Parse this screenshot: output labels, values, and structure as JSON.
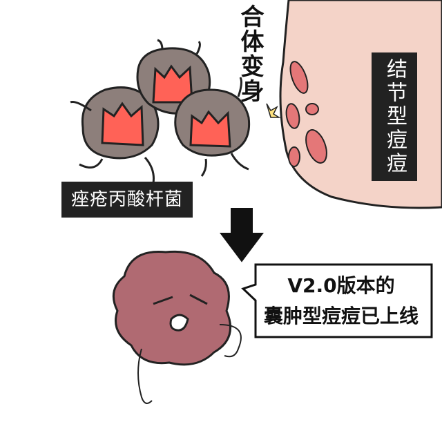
{
  "labels": {
    "transform": "合体变身",
    "bacteria": "痤疮丙酸杆菌",
    "nodular": "结节型痘痘",
    "speech_line1": "V2.0版本的",
    "speech_line2": "囊肿型痘痘已上线"
  },
  "colors": {
    "skin": "#f4d3c8",
    "bump": "#e47778",
    "bacteria_body": "#8d7f7b",
    "bacteria_inner": "#ff6257",
    "cyst": "#b06a72",
    "label_bg": "#222222"
  }
}
